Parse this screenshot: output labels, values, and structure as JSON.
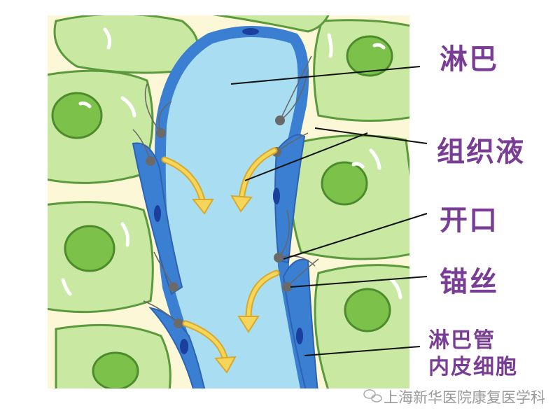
{
  "labels": {
    "lymph": "淋巴",
    "tissue_fluid": "组织液",
    "opening": "开口",
    "anchoring_filament": "锚丝",
    "endothelial_line1": "淋巴管",
    "endothelial_line2": "内皮细胞"
  },
  "watermark": "上海新华医院康复医学科",
  "colors": {
    "label": "#7a3d96",
    "background": "#fcf7d6",
    "cell": "#c9e8a2",
    "cell_outline": "#5b9a3c",
    "nucleus": "#7cc24a",
    "lymph": "#a9def2",
    "vessel_wall": "#3b7fd2",
    "arrow": "#f3cf4a",
    "filament": "#666666"
  }
}
